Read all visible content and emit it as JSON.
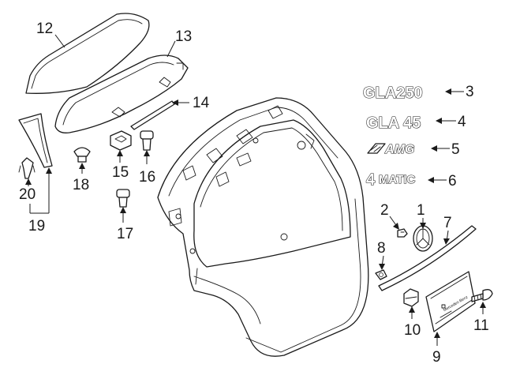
{
  "callouts": [
    {
      "id": "1",
      "text": "1"
    },
    {
      "id": "2",
      "text": "2"
    },
    {
      "id": "3",
      "text": "3"
    },
    {
      "id": "4",
      "text": "4"
    },
    {
      "id": "5",
      "text": "5"
    },
    {
      "id": "6",
      "text": "6"
    },
    {
      "id": "7",
      "text": "7"
    },
    {
      "id": "8",
      "text": "8"
    },
    {
      "id": "9",
      "text": "9"
    },
    {
      "id": "10",
      "text": "10"
    },
    {
      "id": "11",
      "text": "11"
    },
    {
      "id": "12",
      "text": "12"
    },
    {
      "id": "13",
      "text": "13"
    },
    {
      "id": "14",
      "text": "14"
    },
    {
      "id": "15",
      "text": "15"
    },
    {
      "id": "16",
      "text": "16"
    },
    {
      "id": "17",
      "text": "17"
    },
    {
      "id": "18",
      "text": "18"
    },
    {
      "id": "19",
      "text": "19"
    },
    {
      "id": "20",
      "text": "20"
    }
  ],
  "emblems": {
    "gla250": "GLA250",
    "gla45": "GLA 45",
    "amg": "AMG",
    "matic_prefix": "4",
    "matic": "MATIC"
  },
  "plate_logo": "Mercedes-Benz"
}
